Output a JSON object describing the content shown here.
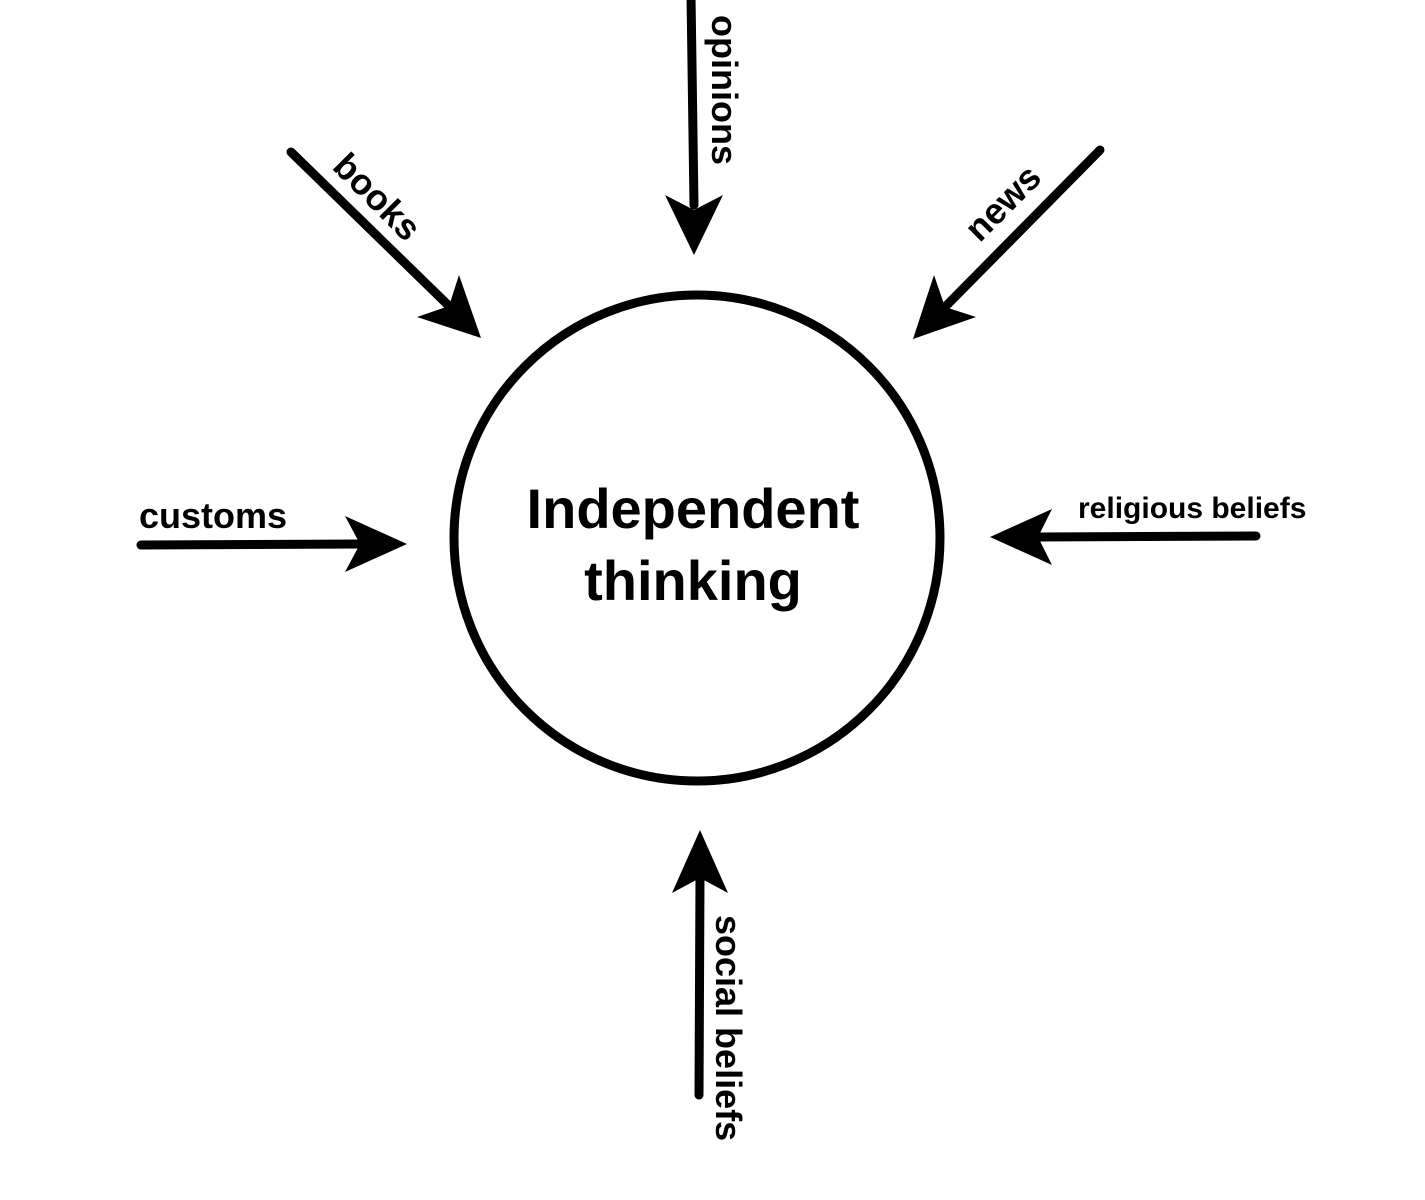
{
  "diagram": {
    "center": {
      "line1": "Independent",
      "line2": "thinking"
    },
    "influences": {
      "opinions": "opinions",
      "books": "books",
      "news": "news",
      "customs": "customs",
      "religious_beliefs": "religious beliefs",
      "social_beliefs": "social beliefs"
    },
    "colors": {
      "stroke": "#000000",
      "background": "#ffffff"
    }
  }
}
